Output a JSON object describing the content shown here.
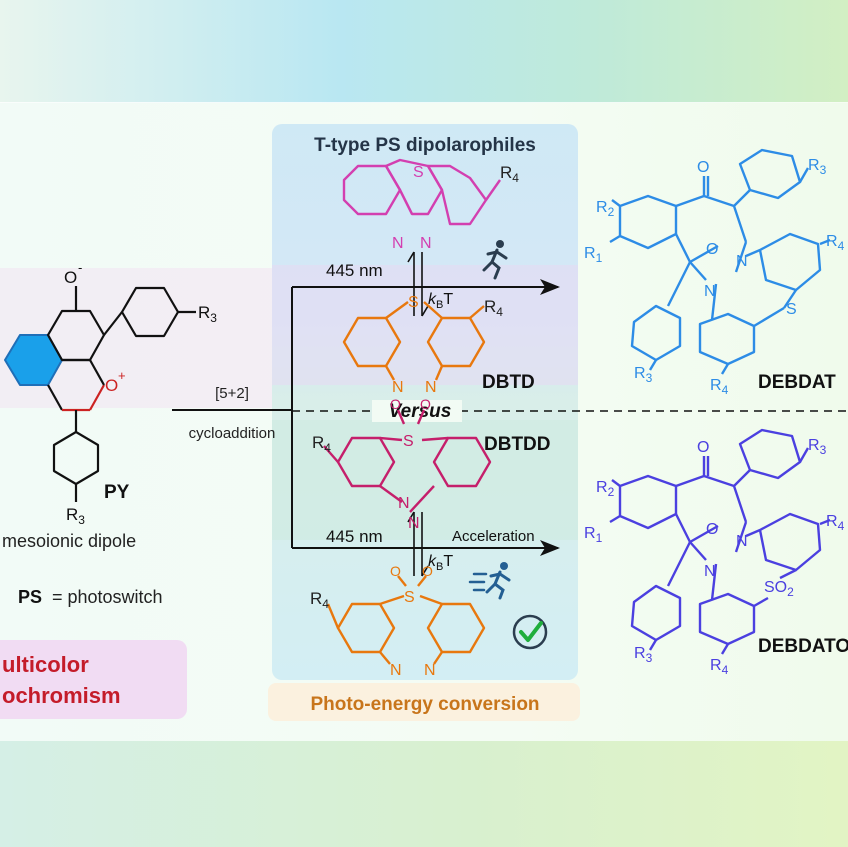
{
  "panel_title": "T-type PS dipolarophiles",
  "bottom_banner": "Photo-energy conversion",
  "left_banner_line1": "ulticolor",
  "left_banner_line2": "ochromism",
  "left": {
    "name": "PY",
    "subtitle": "mesoionic dipole",
    "ps_abbr": "PS",
    "ps_def": "= photoswitch",
    "o_minus": "O",
    "o_plus": "O",
    "minus": "-",
    "plus": "+",
    "r3": "R",
    "r3_sub": "3"
  },
  "arrow": {
    "reaction_top": "[5+2]",
    "reaction_bottom": "cycloaddition",
    "versus": "Versus",
    "wavelength_top": "445 nm",
    "wavelength_bottom": "445 nm",
    "kbt_k": "k",
    "kbt_b": "B",
    "kbt_t": "T",
    "acceleration": "Acceleration"
  },
  "middle": {
    "dbtd": "DBTD",
    "dbtdd": "DBTDD",
    "s": "S",
    "n": "N",
    "o": "O",
    "r4": "R",
    "r4_sub": "4"
  },
  "right": {
    "product_top": "DEBDAT",
    "product_bottom": "DEBDATO",
    "r1": "R",
    "r1_sub": "1",
    "r2": "R",
    "r2_sub": "2",
    "r3": "R",
    "r3_sub": "3",
    "r4": "R",
    "r4_sub": "4",
    "o": "O",
    "n": "N",
    "s": "S",
    "so2": "SO"
  },
  "colors": {
    "magenta": "#d33fb0",
    "crimson": "#c51f6b",
    "orange": "#e8780e",
    "blue_top": "#2d8ce6",
    "blue_bottom": "#4b40e0",
    "py_blue": "#1aa0ea",
    "red_label": "#c41c2a",
    "banner_text": "#c8751b"
  }
}
